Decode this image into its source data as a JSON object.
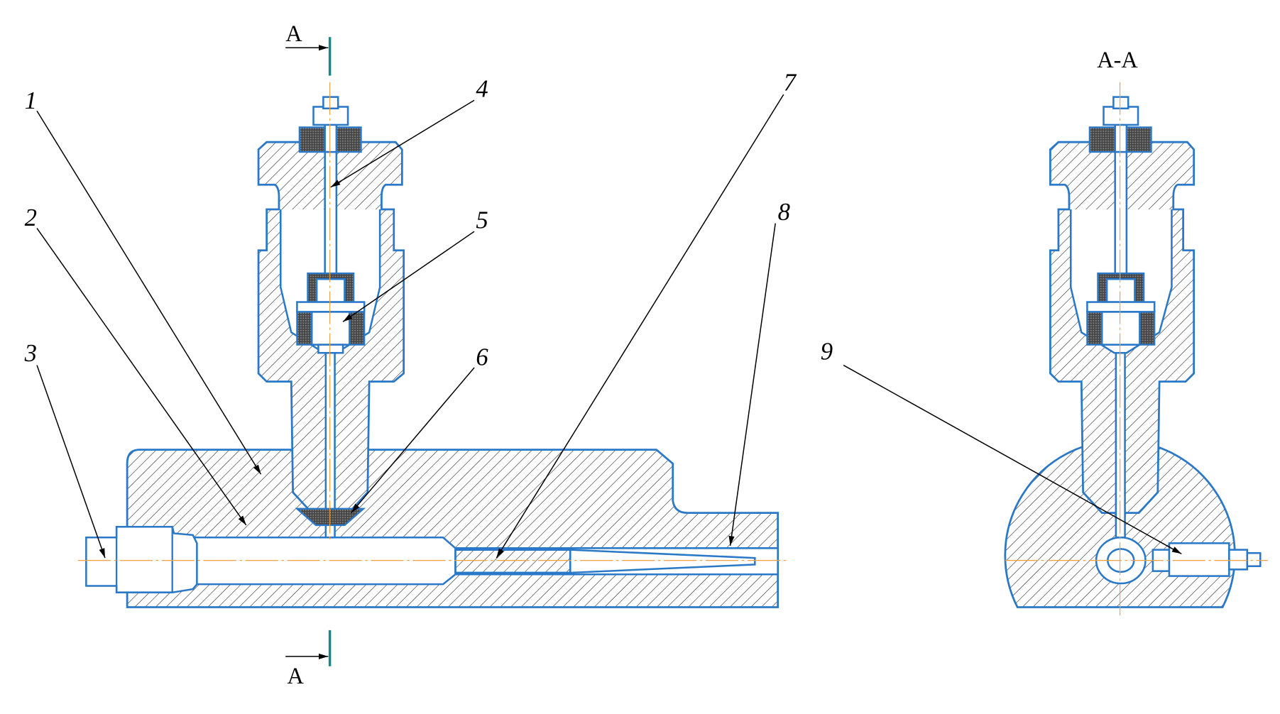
{
  "diagram": {
    "section_title": "A-A",
    "section_marker_top": "A",
    "section_marker_bottom": "A",
    "callouts": [
      "1",
      "2",
      "3",
      "4",
      "5",
      "6",
      "7",
      "8",
      "9"
    ],
    "colors": {
      "outline": "#2a78c8",
      "centerline": "#f0a040",
      "cut_line": "#138a8a",
      "leader": "#000000"
    }
  }
}
